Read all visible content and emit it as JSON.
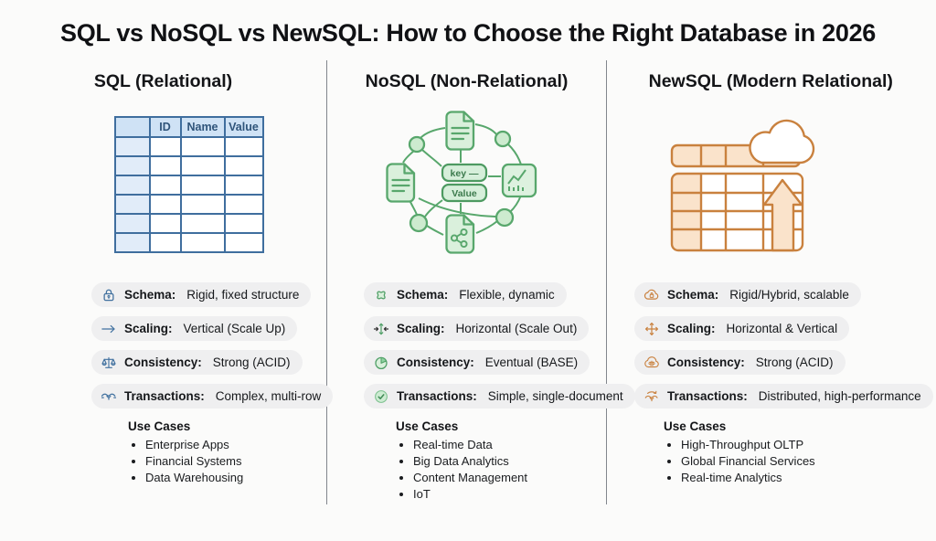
{
  "title": "SQL vs NoSQL vs NewSQL: How to Choose the Right Database in 2026",
  "accent_colors": {
    "sql_blue": "#3f6e9e",
    "nosql_green": "#58a76c",
    "newsql_orange": "#c9813e",
    "pill_gray": "#efeff0"
  },
  "columns": [
    {
      "heading": "SQL (Relational)",
      "illustration": "relational-table",
      "table_headers": [
        "ID",
        "Name",
        "Value"
      ],
      "features": [
        {
          "icon": "lock-icon",
          "label": "Schema:",
          "value": "Rigid, fixed structure"
        },
        {
          "icon": "arrow-right-icon",
          "label": "Scaling:",
          "value": "Vertical (Scale Up)"
        },
        {
          "icon": "balance-scale-icon",
          "label": "Consistency:",
          "value": "Strong (ACID)"
        },
        {
          "icon": "handshake-icon",
          "label": "Transactions:",
          "value": "Complex, multi-row"
        }
      ],
      "use_cases_title": "Use Cases",
      "use_cases": [
        "Enterprise Apps",
        "Financial Systems",
        "Data Warehousing"
      ]
    },
    {
      "heading": "NoSQL (Non-Relational)",
      "illustration": "document-network",
      "kv": [
        "key —",
        "Value"
      ],
      "features": [
        {
          "icon": "flexible-blob-icon",
          "label": "Schema:",
          "value": "Flexible, dynamic"
        },
        {
          "icon": "scale-out-arrows-icon",
          "label": "Scaling:",
          "value": "Horizontal (Scale Out)"
        },
        {
          "icon": "pie-chart-icon",
          "label": "Consistency:",
          "value": "Eventual (BASE)"
        },
        {
          "icon": "check-circle-icon",
          "label": "Transactions:",
          "value": "Simple, single-document"
        }
      ],
      "use_cases_title": "Use Cases",
      "use_cases": [
        "Real-time Data",
        "Big Data Analytics",
        "Content Management",
        "IoT"
      ]
    },
    {
      "heading": "NewSQL (Modern Relational)",
      "illustration": "cloud-table-scale-up",
      "features": [
        {
          "icon": "cloud-lock-icon",
          "label": "Schema:",
          "value": "Rigid/Hybrid, scalable"
        },
        {
          "icon": "four-way-arrows-icon",
          "label": "Scaling:",
          "value": "Horizontal & Vertical"
        },
        {
          "icon": "cloud-balance-icon",
          "label": "Consistency:",
          "value": "Strong (ACID)"
        },
        {
          "icon": "handshake-arrow-icon",
          "label": "Transactions:",
          "value": "Distributed, high-performance"
        }
      ],
      "use_cases_title": "Use Cases",
      "use_cases": [
        "High-Throughput OLTP",
        "Global Financial Services",
        "Real-time Analytics"
      ]
    }
  ]
}
